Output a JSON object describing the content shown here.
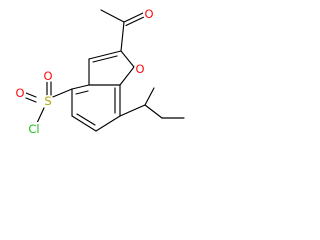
{
  "colors": {
    "background": "#ffffff",
    "bond": "#000000",
    "oxygen": "#ff0d0d",
    "sulfur": "#b2a400",
    "chlorine": "#1fbf1f"
  },
  "atoms": {
    "ketone_oxygen": {
      "label": "O",
      "element": "oxygen"
    },
    "furan_oxygen": {
      "label": "O",
      "element": "oxygen"
    },
    "sulfur": {
      "label": "S",
      "element": "sulfur"
    },
    "sulfonyl_oxygen_upper": {
      "label": "O",
      "element": "oxygen"
    },
    "sulfonyl_oxygen_lower": {
      "label": "O",
      "element": "oxygen"
    },
    "chlorine": {
      "label": "Cl",
      "element": "chlorine"
    }
  }
}
